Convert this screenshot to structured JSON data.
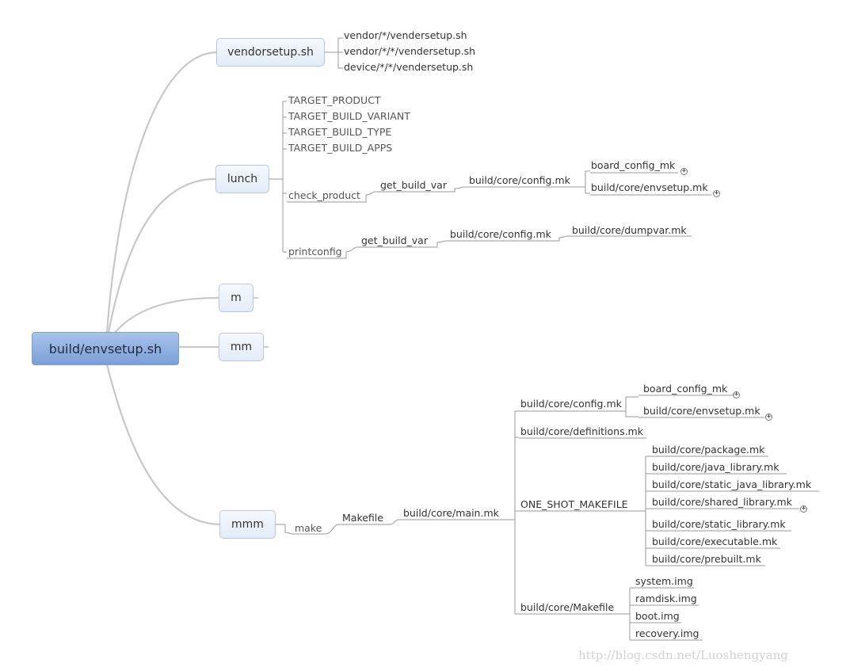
{
  "root": "build/envsetup.sh",
  "vendorsetup": {
    "label": "vendorsetup.sh",
    "children": [
      "vendor/*/vendersetup.sh",
      "vendor/*/*/vendersetup.sh",
      "device/*/*/vendersetup.sh"
    ]
  },
  "lunch": {
    "label": "lunch",
    "vars": [
      "TARGET_PRODUCT",
      "TARGET_BUILD_VARIANT",
      "TARGET_BUILD_TYPE",
      "TARGET_BUILD_APPS"
    ],
    "check_product": {
      "label": "check_product",
      "get_build_var": "get_build_var",
      "config_mk": "build/core/config.mk",
      "board_config_mk": "board_config_mk",
      "envsetup_mk": "build/core/envsetup.mk"
    },
    "printconfig": {
      "label": "printconfig",
      "get_build_var": "get_build_var",
      "config_mk": "build/core/config.mk",
      "dumpvar_mk": "build/core/dumpvar.mk"
    }
  },
  "m": "m",
  "mm": "mm",
  "mmm": {
    "label": "mmm",
    "make": "make",
    "makefile": "Makefile",
    "main_mk": "build/core/main.mk",
    "config_mk": "build/core/config.mk",
    "board_config_mk": "board_config_mk",
    "envsetup_mk": "build/core/envsetup.mk",
    "definitions_mk": "build/core/definitions.mk",
    "one_shot": "ONE_SHOT_MAKEFILE",
    "one_shot_children": [
      "build/core/package.mk",
      "build/core/java_library.mk",
      "build/core/static_java_library.mk",
      "build/core/shared_library.mk",
      "build/core/static_library.mk",
      "build/core/executable.mk",
      "build/core/prebuilt.mk"
    ],
    "core_makefile": "build/core/Makefile",
    "images": [
      "system.img",
      "ramdisk.img",
      "boot.img",
      "recovery.img"
    ]
  },
  "expand_symbol": "+",
  "watermark": "http://blog.csdn.net/Luoshengyang"
}
